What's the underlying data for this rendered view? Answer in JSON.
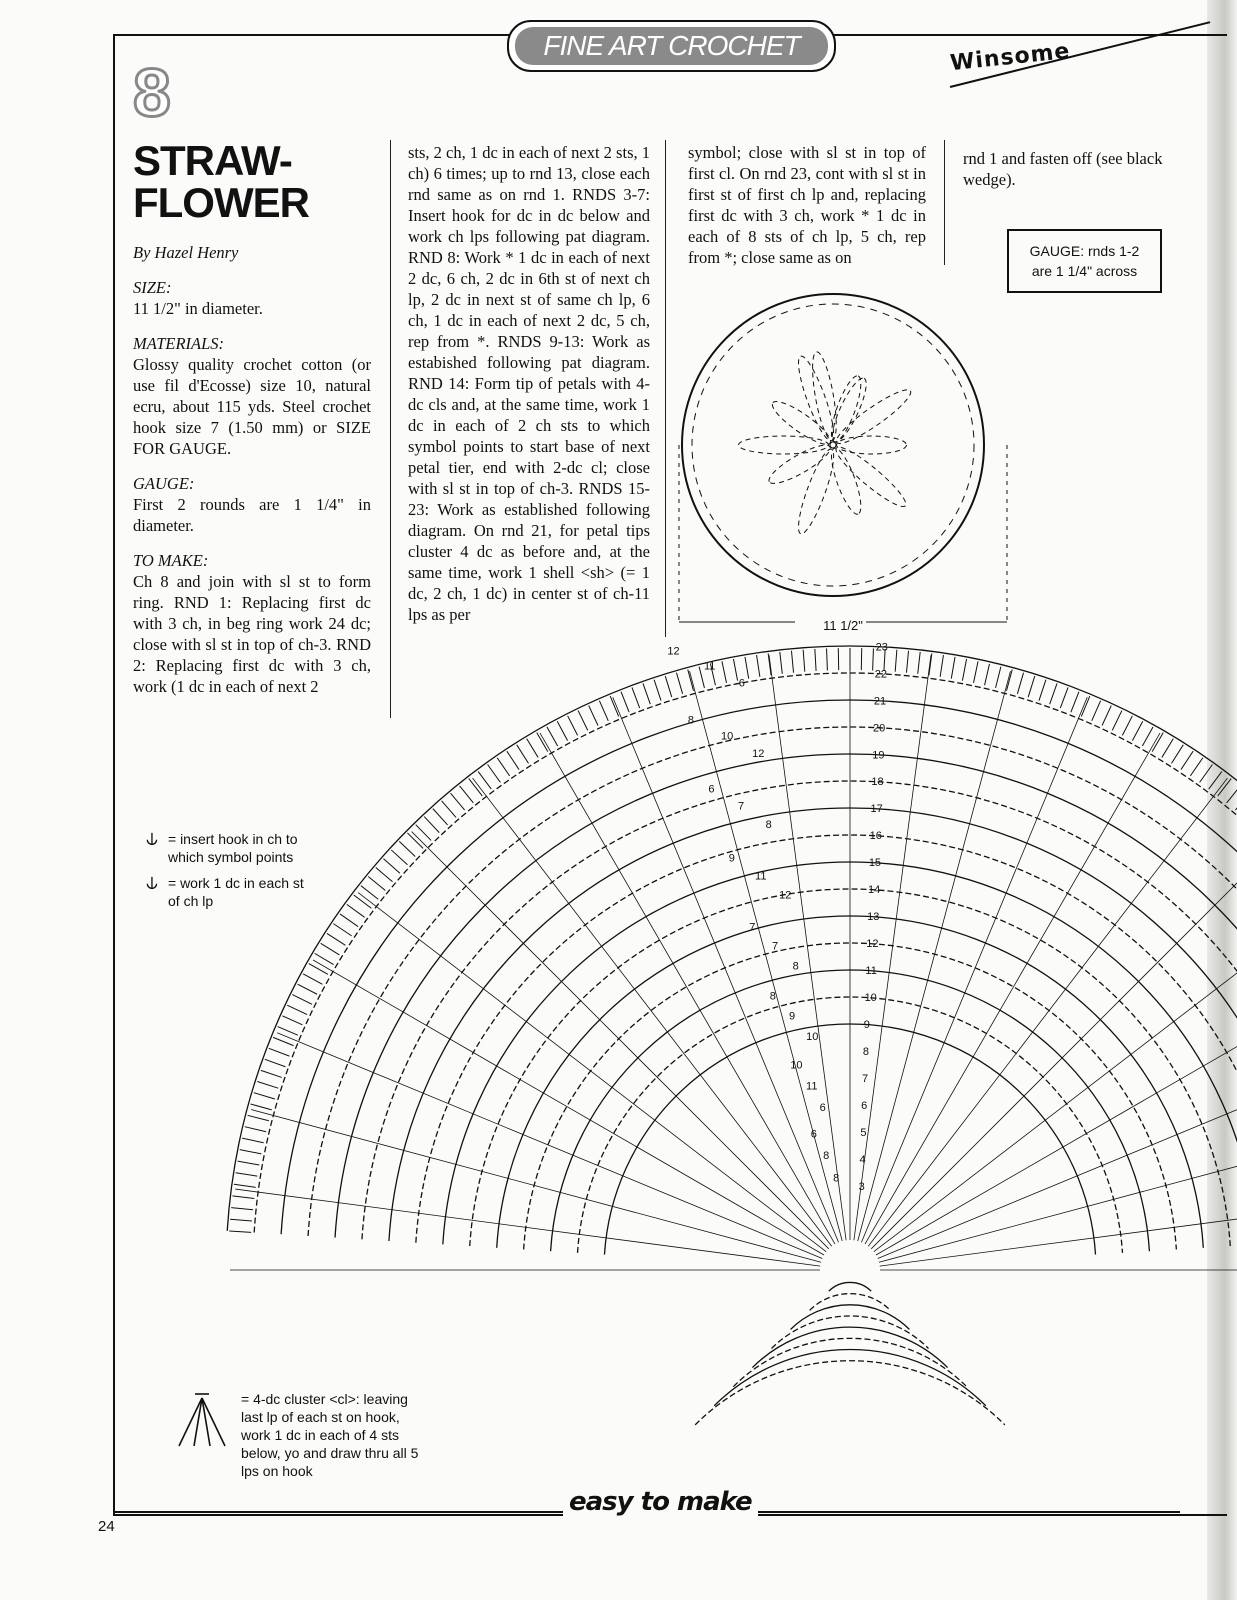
{
  "header": {
    "series": "FINE ART CROCHET",
    "brand": "Winsome"
  },
  "pattern": {
    "number": "8",
    "title_line1": "STRAW-",
    "title_line2": "FLOWER",
    "byline": "By Hazel Henry"
  },
  "size": {
    "heading": "SIZE:",
    "text": "11 1/2\" in diameter."
  },
  "materials": {
    "heading": "MATERIALS:",
    "text": "Glossy quality crochet cotton (or use fil d'Ecosse) size 10, natural ecru, about 115 yds. Steel crochet hook size 7 (1.50 mm) or SIZE FOR GAUGE."
  },
  "gauge": {
    "heading": "GAUGE:",
    "text": "First 2 rounds are 1 1/4\" in diameter."
  },
  "to_make": {
    "heading": "TO MAKE:",
    "col1": "Ch 8 and join with sl st to form ring. RND 1: Replacing first dc with 3 ch, in beg ring work 24 dc; close with sl st in top of ch-3. RND 2: Replacing first dc with 3 ch, work (1 dc in each of next 2",
    "col2": "sts, 2 ch, 1 dc in each of next 2 sts, 1 ch) 6 times; up to rnd 13, close each rnd same as on rnd 1. RNDS 3-7: Insert hook for dc in dc below and work ch lps following pat diagram. RND 8: Work * 1 dc in each of next 2 dc, 6 ch, 2 dc in 6th st of next ch lp, 2 dc in next st of same ch lp, 6 ch, 1 dc in each of next 2 dc, 5 ch, rep from *. RNDS 9-13: Work as estabished following pat diagram. RND 14: Form tip of petals with 4-dc cls and, at the same time, work 1 dc in each of 2 ch sts to which symbol points to start base of next petal tier, end with 2-dc cl; close with sl st in top of ch-3. RNDS 15-23: Work as established following diagram. On rnd 21, for petal tips cluster 4 dc as before and, at the same time, work 1 shell <sh> (= 1 dc, 2 ch, 1 dc) in center st of ch-11 lps as per",
    "col3": "symbol; close with sl st in top of first cl. On rnd 23, cont with sl st in first st of first ch lp and, replacing first dc with 3 ch, work * 1 dc in each of 8 sts of ch lp, 5 ch, rep from *; close same as on",
    "col4": "rnd 1 and fasten off (see black wedge)."
  },
  "gauge_box": {
    "line1": "GAUGE: rnds 1-2",
    "line2": "are 1 1/4\" across"
  },
  "diagram": {
    "diameter_label": "11 1/2\"",
    "round_labels": [
      "3",
      "4",
      "5",
      "6",
      "7",
      "8",
      "9",
      "10",
      "11",
      "12",
      "13",
      "14",
      "15",
      "16",
      "17",
      "18",
      "19",
      "20",
      "21",
      "22",
      "23"
    ],
    "stitch_counts": [
      "8",
      "8",
      "6",
      "6",
      "11",
      "10",
      "10",
      "9",
      "8",
      "8",
      "7",
      "7",
      "12",
      "11",
      "9",
      "8",
      "7",
      "6",
      "12",
      "10",
      "8",
      "6",
      "11",
      "12"
    ]
  },
  "legend": {
    "item1": "= insert hook in ch to which symbol points",
    "item2": "= work 1 dc in each st of ch lp",
    "item3": "= 4-dc cluster <cl>: leaving last lp of each st on hook, work 1 dc in each of 4 sts below, yo and draw thru all 5 lps on hook"
  },
  "footer": {
    "logo": "easy to make",
    "page": "24"
  }
}
